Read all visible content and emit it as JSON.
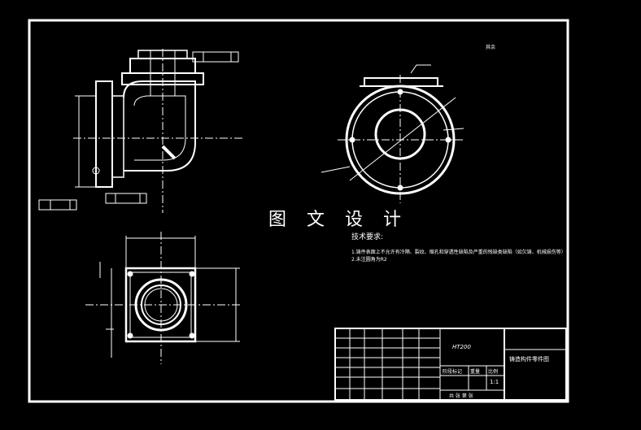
{
  "drawing": {
    "watermark": "图 文 设 计",
    "tech_requirements": {
      "title": "技术要求:",
      "items": [
        "1.铸件表面上不允许有冷隔、裂纹、缩孔和穿透性缺陷及严重的残缺类缺陷（如欠铸、机械损伤等）",
        "2.未注圆角为R2"
      ]
    },
    "title_block": {
      "part_name": "铸造构件零件图",
      "material": "HT200",
      "scale_cells": [
        "阶段标记",
        "重量",
        "比例"
      ],
      "scale_value": "1:1",
      "sheet_text": "共   张  第   张"
    },
    "roughness_note": "其余"
  },
  "colors": {
    "background": "#000000",
    "lines": "#ffffff"
  }
}
